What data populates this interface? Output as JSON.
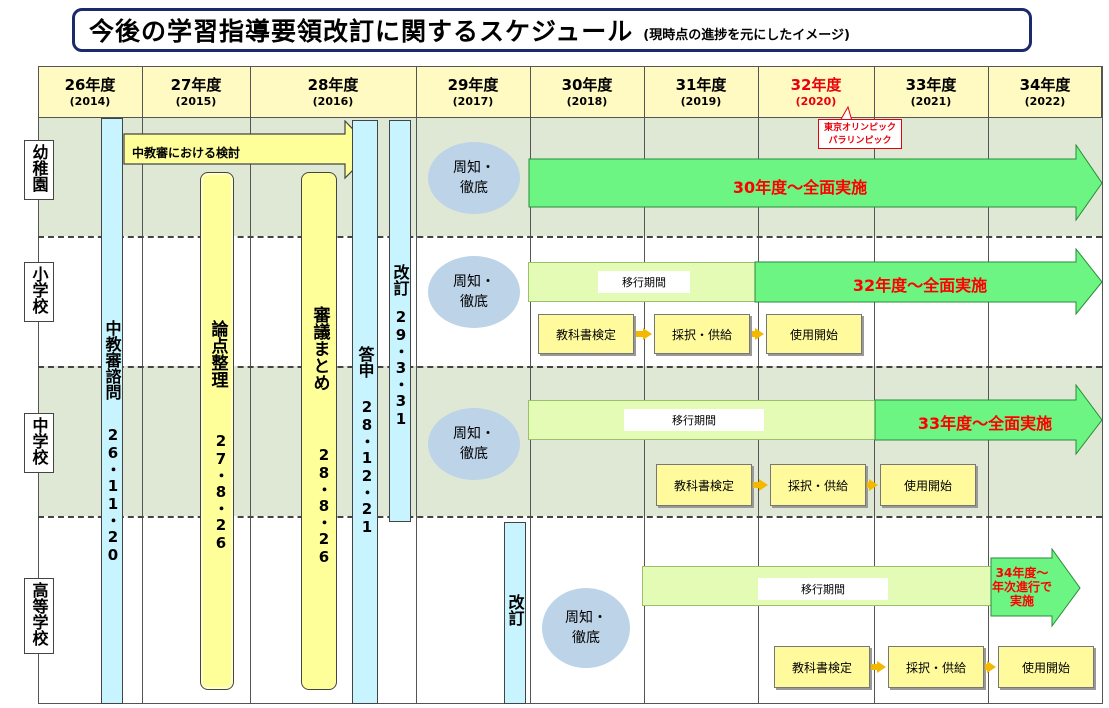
{
  "title": {
    "main": "今後の学習指導要領改訂に関するスケジュール",
    "sub": "(現時点の進捗を元にしたイメージ)"
  },
  "years": [
    {
      "label": "26年度",
      "sub": "(2014)"
    },
    {
      "label": "27年度",
      "sub": "(2015)"
    },
    {
      "label": "28年度",
      "sub": "(2016)"
    },
    {
      "label": "29年度",
      "sub": "(2017)"
    },
    {
      "label": "30年度",
      "sub": "(2018)"
    },
    {
      "label": "31年度",
      "sub": "(2019)"
    },
    {
      "label": "32年度",
      "sub": "(2020)"
    },
    {
      "label": "33年度",
      "sub": "(2021)"
    },
    {
      "label": "34年度",
      "sub": "(2022)"
    }
  ],
  "olympic": [
    "東京オリンピック",
    "パラリンピック"
  ],
  "rows": {
    "kindergarten": "幼稚園",
    "elementary": "小学校",
    "junior": "中学校",
    "high": "高等学校"
  },
  "process": {
    "inquiry": "中教審諮問",
    "inquiry_date": "26・11・20",
    "review_arrow": "中教審における検討",
    "issues": "論点整理",
    "issues_date": "27・8・26",
    "summary": "審議まとめ",
    "summary_date": "28・8・26",
    "report": "答申",
    "report_date": "28・12・21",
    "revision": "改訂",
    "revision_date": "29・3・31",
    "revision_high": "改訂"
  },
  "common": {
    "notice": "周知・徹底",
    "transition": "移行期間",
    "textbook": "教科書検定",
    "adoption": "採択・供給",
    "start_use": "使用開始"
  },
  "implementation": {
    "kindergarten": "30年度～全面実施",
    "elementary": "32年度～全面実施",
    "junior": "33年度～全面実施",
    "high": "34年度～年次進行で実施"
  },
  "colors": {
    "header": "#fff9c2",
    "yellow_bar": "#ffff99",
    "cyan_bar": "#c8f4ff",
    "green_arrow": "#6cf582",
    "light_green": "#e3fbb5",
    "red": "#ff0000",
    "circle": "#bcd3e8"
  }
}
